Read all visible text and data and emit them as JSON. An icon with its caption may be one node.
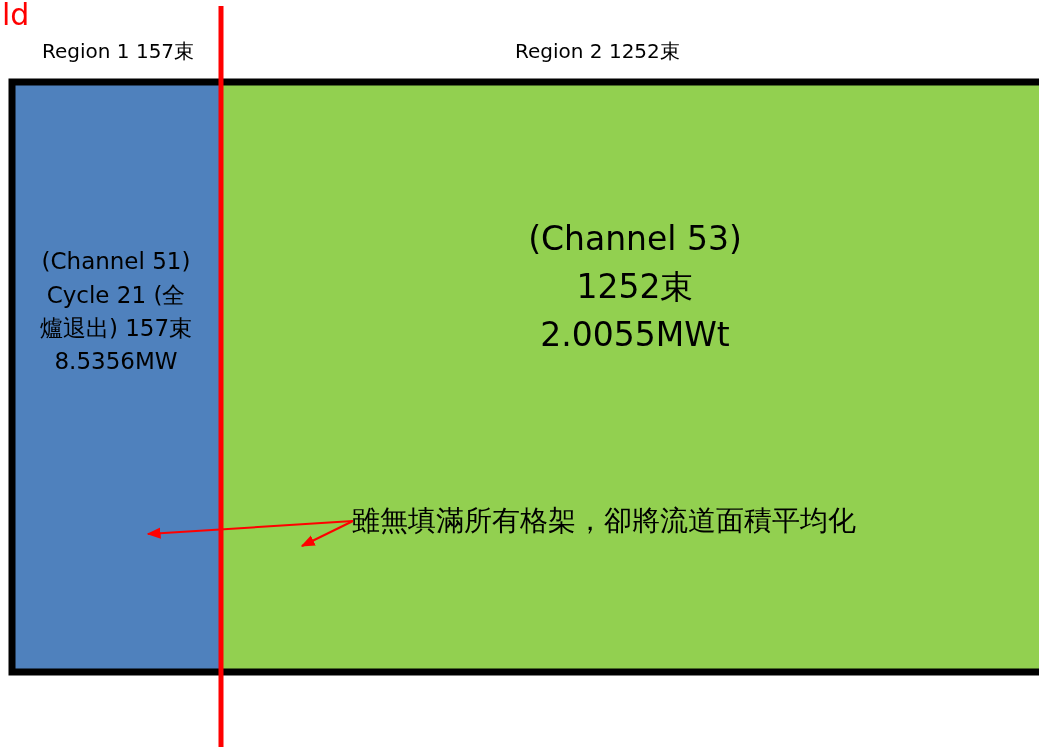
{
  "diagram": {
    "nodes": [
      {
        "text": [
          "(Channel 51) Cycle 21 (全爐退出) 157束 8.5356MW"
        ]
      },
      {
        "text": [
          "(Channel 53) 1252束 2.0055MWt"
        ]
      },
      {
        "text": [
          "雖無填滿所有格架，卻將流道面積平均化"
        ],
        "in": 1
      }
    ],
    "edges": [
      {
        "from": 2,
        "to": 0,
        "arrow": "to"
      },
      {
        "from": 2,
        "to": 1,
        "arrow": "to"
      }
    ],
    "labels": [
      "ld",
      "Region 1 157束",
      "Region 2 1252束"
    ]
  }
}
